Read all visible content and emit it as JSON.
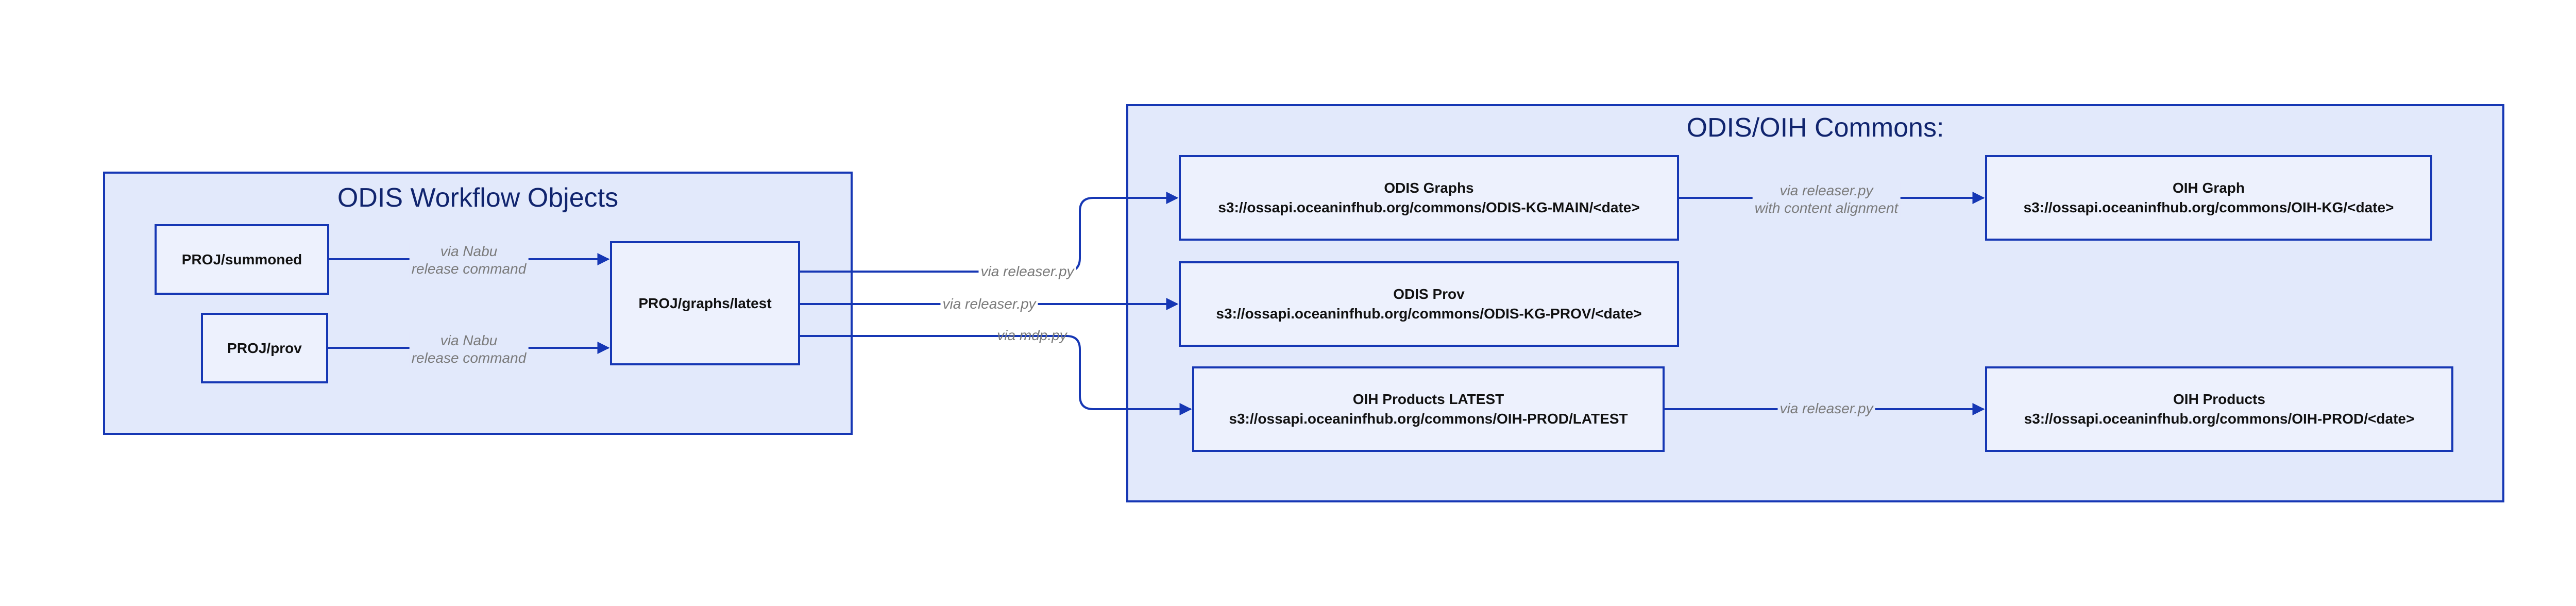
{
  "colors": {
    "stroke": "#1637b4",
    "group_fill": "#e2e9fb",
    "node_fill": "#edf1fd",
    "label_text": "#7a7a7a",
    "title_text": "#10246e"
  },
  "groups": {
    "workflow": {
      "title": "ODIS Workflow Objects"
    },
    "commons": {
      "title": "ODIS/OIH Commons:"
    }
  },
  "nodes": {
    "summoned": {
      "lines": [
        "PROJ/summoned"
      ]
    },
    "prov": {
      "lines": [
        "PROJ/prov"
      ]
    },
    "graphs_latest": {
      "lines": [
        "PROJ/graphs/latest"
      ]
    },
    "odis_graphs": {
      "lines": [
        "ODIS Graphs",
        "s3://ossapi.oceaninfhub.org/commons/ODIS-KG-MAIN/<date>"
      ]
    },
    "odis_prov": {
      "lines": [
        "ODIS Prov",
        "s3://ossapi.oceaninfhub.org/commons/ODIS-KG-PROV/<date>"
      ]
    },
    "oih_products_latest": {
      "lines": [
        "OIH Products LATEST",
        "s3://ossapi.oceaninfhub.org/commons/OIH-PROD/LATEST"
      ]
    },
    "oih_graph": {
      "lines": [
        "OIH Graph",
        "s3://ossapi.oceaninfhub.org/commons/OIH-KG/<date>"
      ]
    },
    "oih_products": {
      "lines": [
        "OIH Products",
        "s3://ossapi.oceaninfhub.org/commons/OIH-PROD/<date>"
      ]
    }
  },
  "edges": {
    "summoned_to_latest": {
      "lines": [
        "via Nabu",
        "release command"
      ]
    },
    "prov_to_latest": {
      "lines": [
        "via Nabu",
        "release command"
      ]
    },
    "latest_to_odis_graphs": {
      "lines": [
        "via releaser.py"
      ]
    },
    "latest_to_odis_prov": {
      "lines": [
        "via releaser.py"
      ]
    },
    "latest_to_oih_products_latest": {
      "lines": [
        "via mdp.py"
      ]
    },
    "odis_graphs_to_oih_graph": {
      "lines": [
        "via releaser.py",
        "with content alignment"
      ]
    },
    "oih_products_latest_to_oih_products": {
      "lines": [
        "via releaser.py"
      ]
    }
  }
}
